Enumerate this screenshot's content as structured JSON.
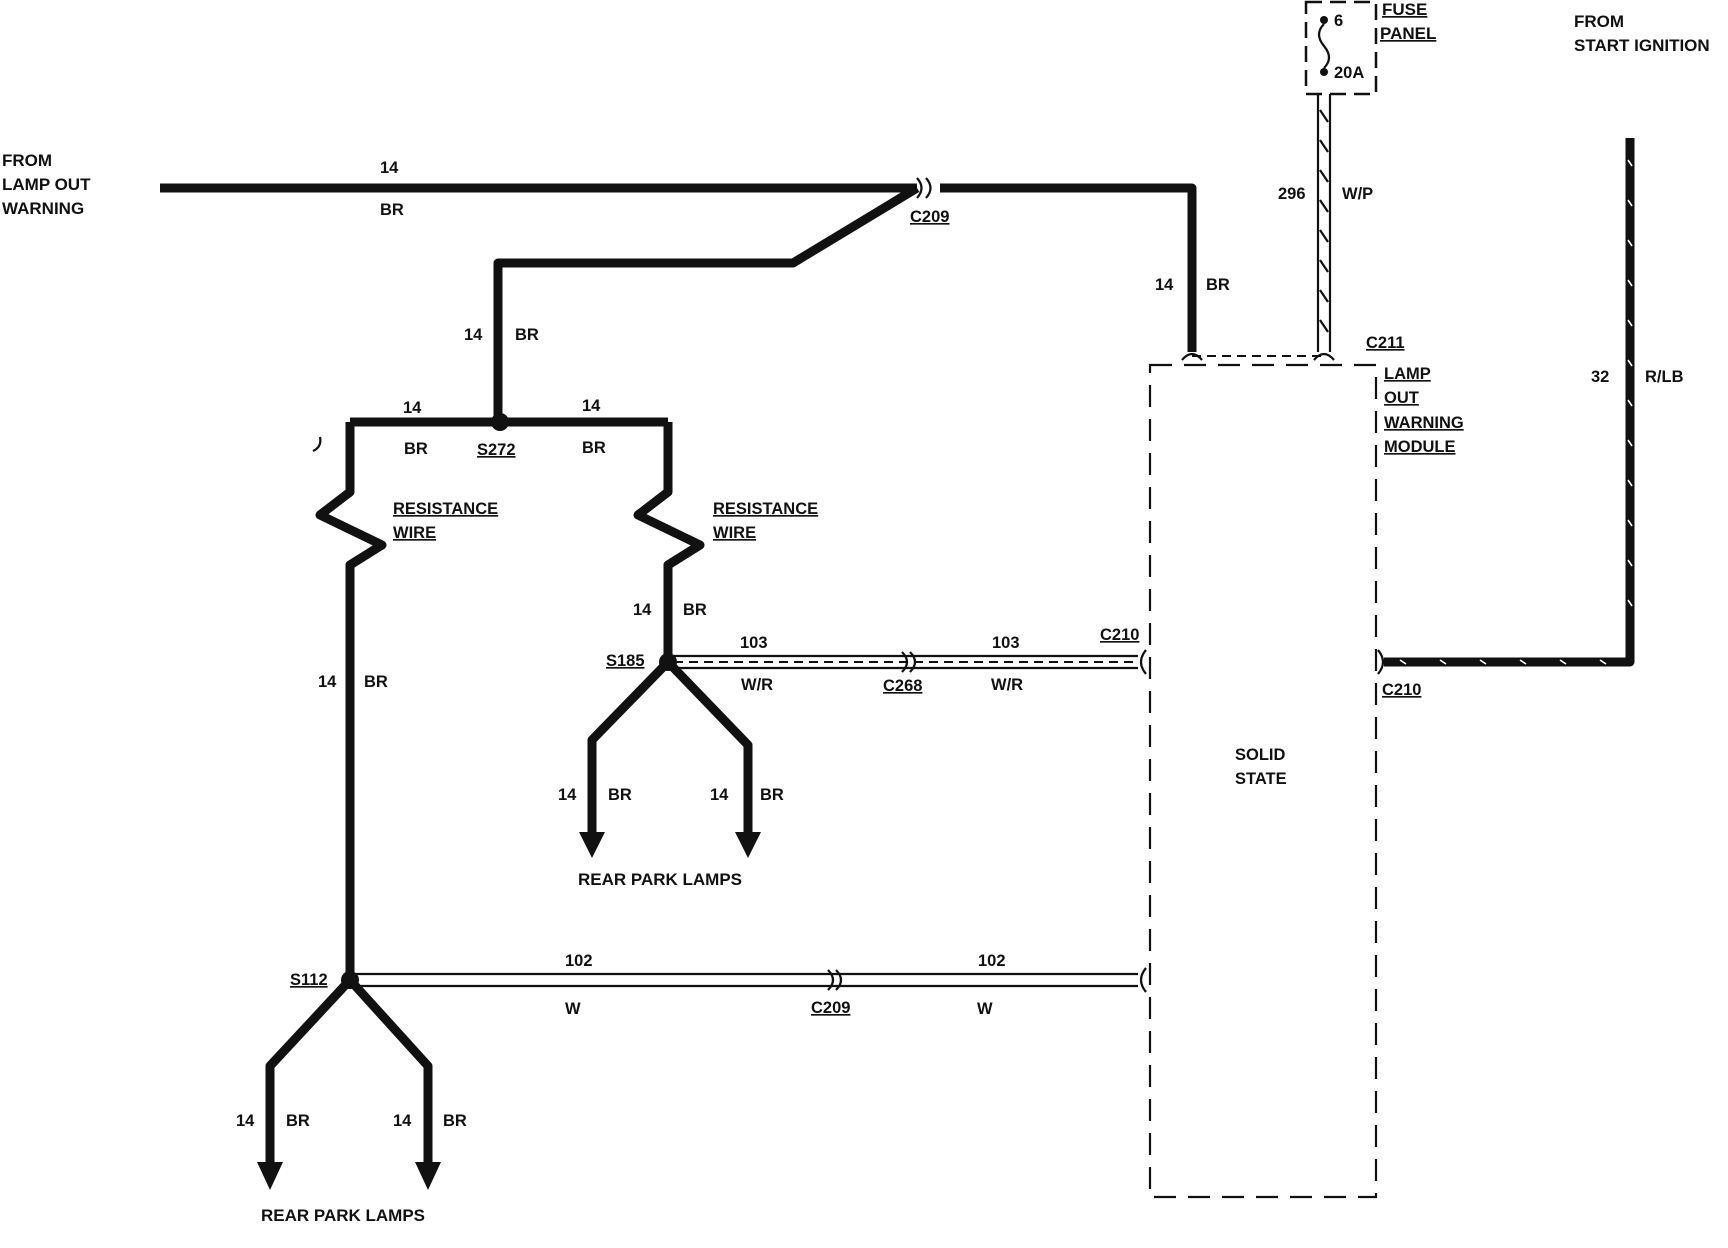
{
  "diagram": {
    "sources": {
      "lamp_out_warning": [
        "FROM",
        "LAMP OUT",
        "WARNING"
      ],
      "start_ignition": [
        "FROM",
        "START IGNITION"
      ]
    },
    "fuse_panel": {
      "label": [
        "FUSE",
        "PANEL"
      ],
      "fuse_number": "6",
      "rating": "20A"
    },
    "module": {
      "connector": "C211",
      "label": [
        "LAMP",
        "OUT",
        "WARNING",
        "MODULE"
      ],
      "body": [
        "SOLID",
        "STATE"
      ]
    },
    "wires": {
      "top_feed": {
        "gauge": "14",
        "color": "BR"
      },
      "module_feed": {
        "gauge": "14",
        "color": "BR"
      },
      "to_splice_s272": {
        "gauge": "14",
        "color": "BR"
      },
      "s272_left": {
        "gauge": "14",
        "color": "BR"
      },
      "s272_right": {
        "gauge": "14",
        "color": "BR"
      },
      "left_down": {
        "gauge": "14",
        "color": "BR"
      },
      "right_down": {
        "gauge": "14",
        "color": "BR"
      },
      "fuse_feed": {
        "circuit": "296",
        "color": "W/P"
      },
      "ignition_feed": {
        "circuit": "32",
        "color": "R/LB"
      },
      "circuit_103_left": {
        "circuit": "103",
        "color": "W/R"
      },
      "circuit_103_right": {
        "circuit": "103",
        "color": "W/R"
      },
      "circuit_102_left": {
        "circuit": "102",
        "color": "W"
      },
      "circuit_102_right": {
        "circuit": "102",
        "color": "W"
      },
      "lamp_s185_left": {
        "gauge": "14",
        "color": "BR"
      },
      "lamp_s185_right": {
        "gauge": "14",
        "color": "BR"
      },
      "lamp_s112_left": {
        "gauge": "14",
        "color": "BR"
      },
      "lamp_s112_right": {
        "gauge": "14",
        "color": "BR"
      }
    },
    "connectors": {
      "c209_top": "C209",
      "c209_bottom": "C209",
      "c268": "C268",
      "c210_left": "C210",
      "c210_right": "C210"
    },
    "splices": {
      "s272": "S272",
      "s185": "S185",
      "s112": "S112"
    },
    "resistance_labels": {
      "left": [
        "RESISTANCE",
        "WIRE"
      ],
      "right": [
        "RESISTANCE",
        "WIRE"
      ]
    },
    "destinations": {
      "upper": "REAR PARK LAMPS",
      "lower": "REAR PARK LAMPS"
    }
  },
  "colors": {
    "ink": "#111111",
    "background": "#ffffff"
  }
}
